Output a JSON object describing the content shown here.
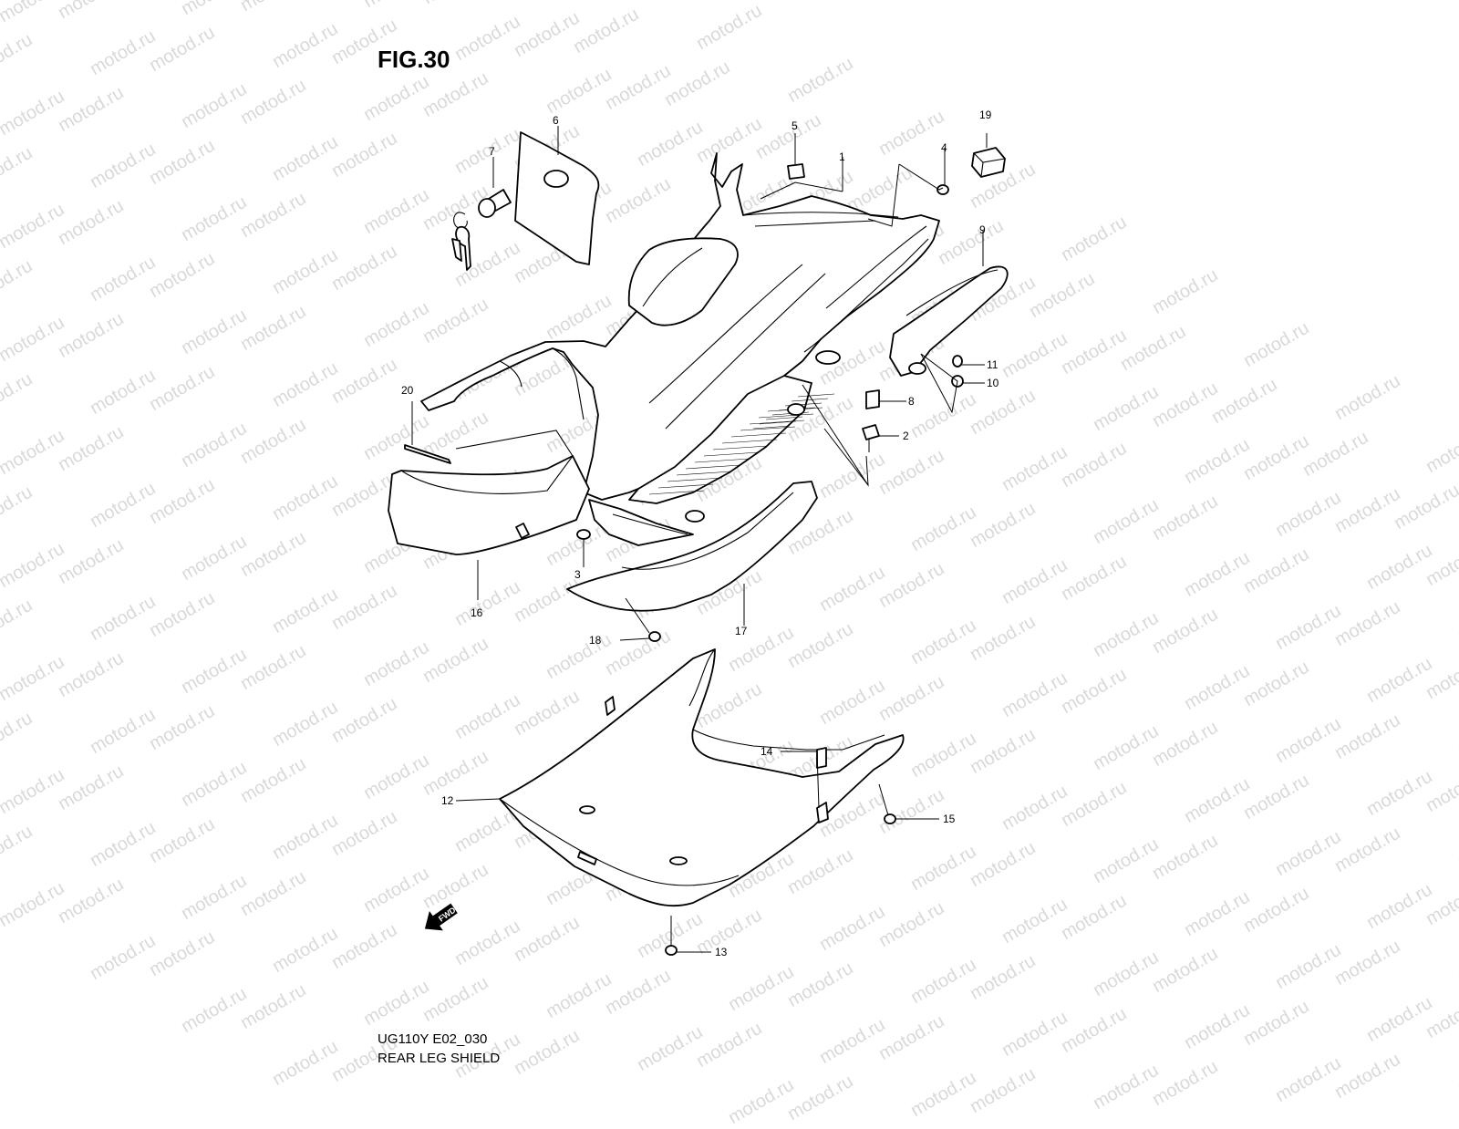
{
  "figure": {
    "title": "FIG.30",
    "model_code": "UG110Y E02_030",
    "caption": "REAR LEG SHIELD"
  },
  "watermark": "motod.ru",
  "fwd_arrow": "FWD",
  "callouts": {
    "p1": "1",
    "p2": "2",
    "p3": "3",
    "p4": "4",
    "p5": "5",
    "p6": "6",
    "p7": "7",
    "p8": "8",
    "p9": "9",
    "p10": "10",
    "p11": "11",
    "p12": "12",
    "p13": "13",
    "p14": "14",
    "p15": "15",
    "p16": "16",
    "p17": "17",
    "p18": "18",
    "p19": "19",
    "p20": "20"
  }
}
